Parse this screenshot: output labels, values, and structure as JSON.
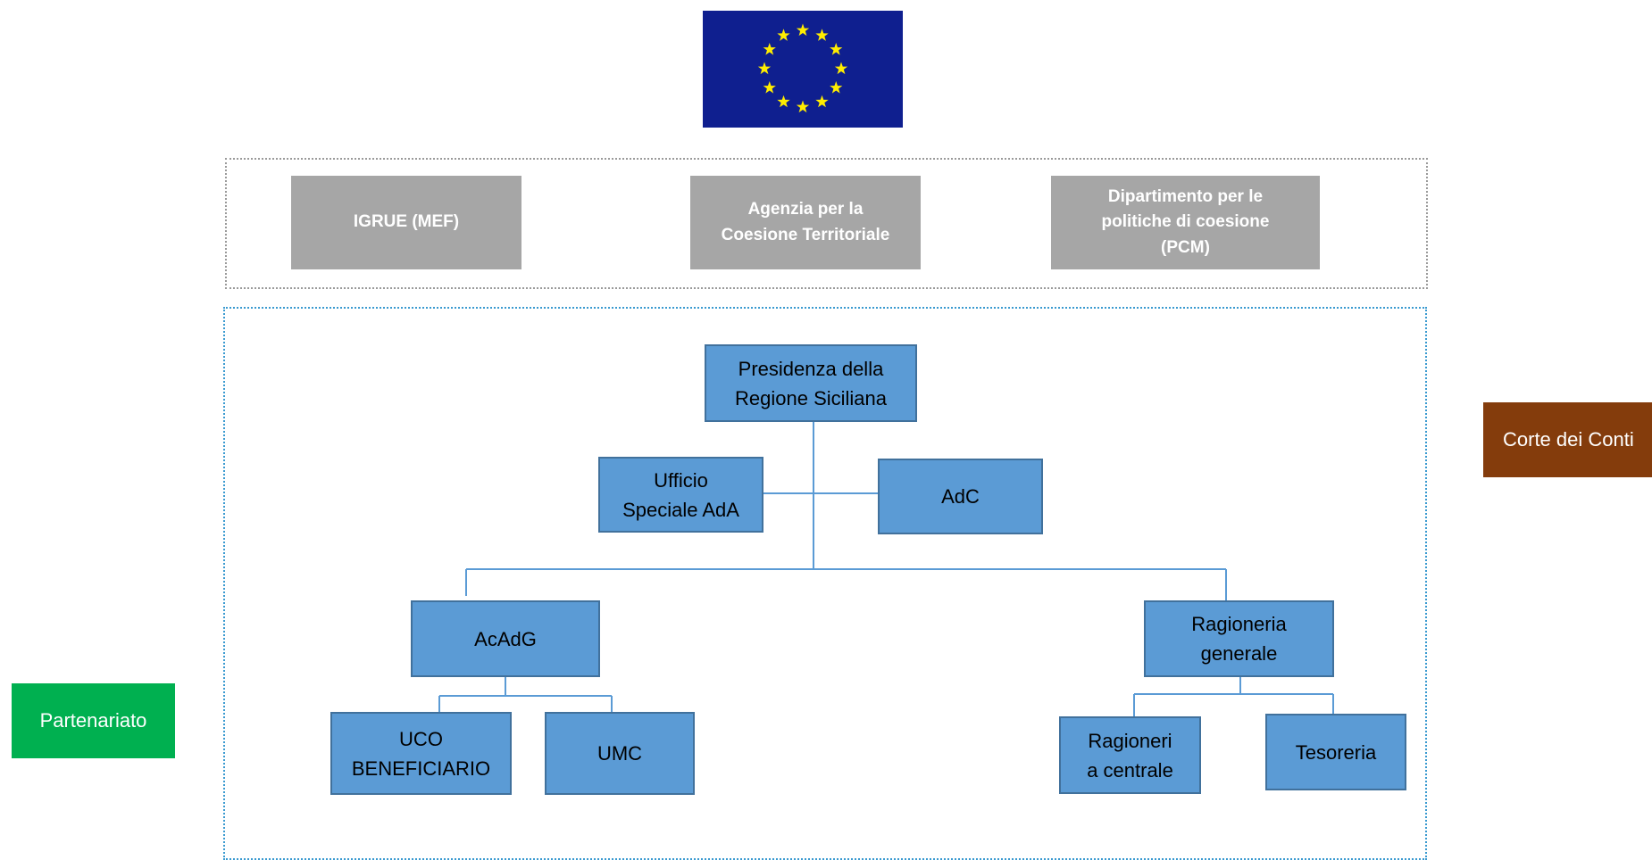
{
  "logo": {
    "name": "eu-flag",
    "colors": {
      "field": "#0f1f8f",
      "stars": "#ffed00"
    }
  },
  "national_bodies": [
    {
      "label": "IGRUE (MEF)"
    },
    {
      "label": "Agenzia per la\nCoesione Territoriale"
    },
    {
      "label": "Dipartimento per le\npolitiche di coesione\n(PCM)"
    }
  ],
  "regional": {
    "presidenza": "Presidenza della\nRegione Siciliana",
    "ufficio_ada": "Ufficio\nSpeciale AdA",
    "adc": "AdC",
    "acadg": "AcAdG",
    "uco": "UCO\nBENEFICIARIO",
    "umc": "UMC",
    "ragioneria_generale": "Ragioneria\ngenerale",
    "ragioneri_centrale": "Ragioneri\na centrale",
    "tesoreria": "Tesoreria"
  },
  "partenariato": "Partenariato",
  "corte_dei_conti": "Corte dei Conti",
  "colors": {
    "blue_box": "#5b9bd5",
    "blue_border": "#41719c",
    "gray_box": "#a6a6a6",
    "partenariato": "#00b050",
    "corte": "#843c0c",
    "connector": "#5b9bd5"
  }
}
